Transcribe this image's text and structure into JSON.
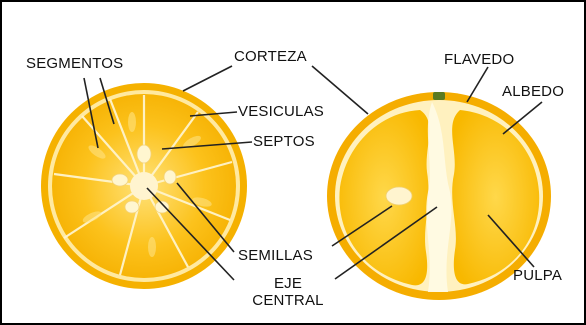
{
  "labels": {
    "segmentos": "SEGMENTOS",
    "corteza": "CORTEZA",
    "vesiculas": "VESICULAS",
    "septos": "SEPTOS",
    "semillas": "SEMILLAS",
    "eje_central_line1": "EJE",
    "eje_central_line2": "CENTRAL",
    "flavedo": "FLAVEDO",
    "albedo": "ALBEDO",
    "pulpa": "PULPA"
  },
  "colors": {
    "border": "#000000",
    "peel": "#f7b500",
    "albedo": "#fff3c4",
    "pulp": "#fcc21c",
    "pulp_light": "#ffd34d",
    "core": "#fffbe8",
    "seed": "#fff0b8",
    "leader_line": "#222222",
    "label_text": "#111111"
  }
}
